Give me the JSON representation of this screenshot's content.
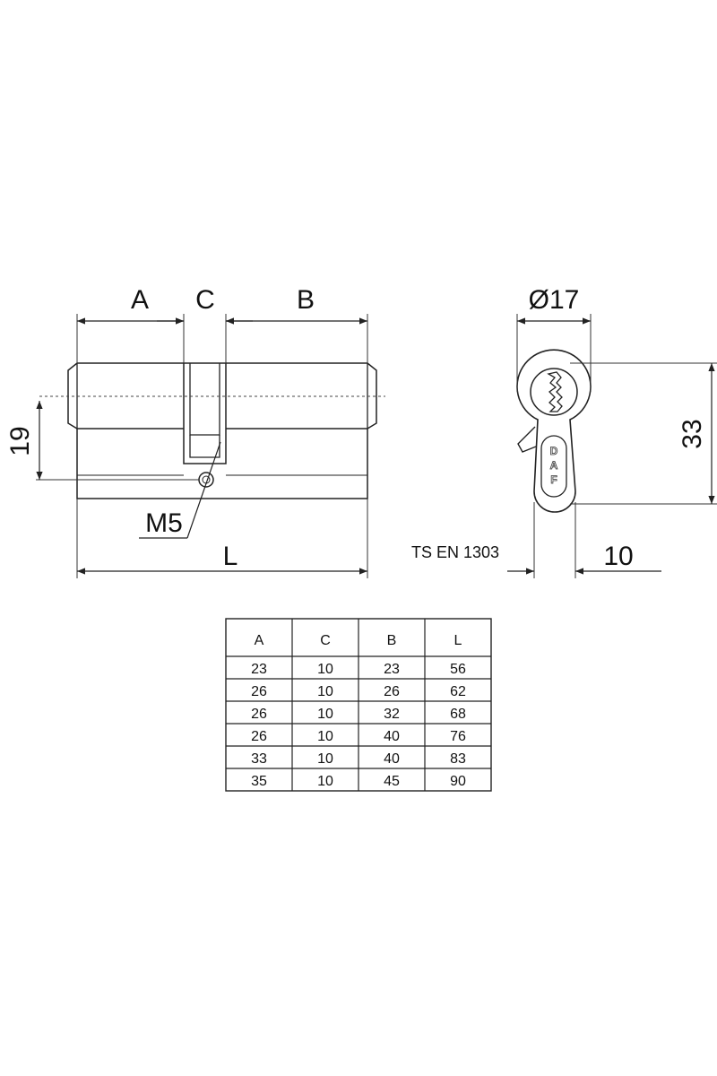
{
  "dimension_labels": {
    "a": "A",
    "c": "C",
    "b": "B",
    "diameter": "Ø17",
    "height": "19",
    "total_height": "33",
    "screw": "M5",
    "length": "L",
    "offset": "10"
  },
  "standard": "TS EN 1303",
  "logo_text": "DAF",
  "table": {
    "headers": [
      "A",
      "C",
      "B",
      "L"
    ],
    "rows": [
      [
        "23",
        "10",
        "23",
        "56"
      ],
      [
        "26",
        "10",
        "26",
        "62"
      ],
      [
        "26",
        "10",
        "32",
        "68"
      ],
      [
        "26",
        "10",
        "40",
        "76"
      ],
      [
        "33",
        "10",
        "40",
        "83"
      ],
      [
        "35",
        "10",
        "45",
        "90"
      ]
    ]
  }
}
